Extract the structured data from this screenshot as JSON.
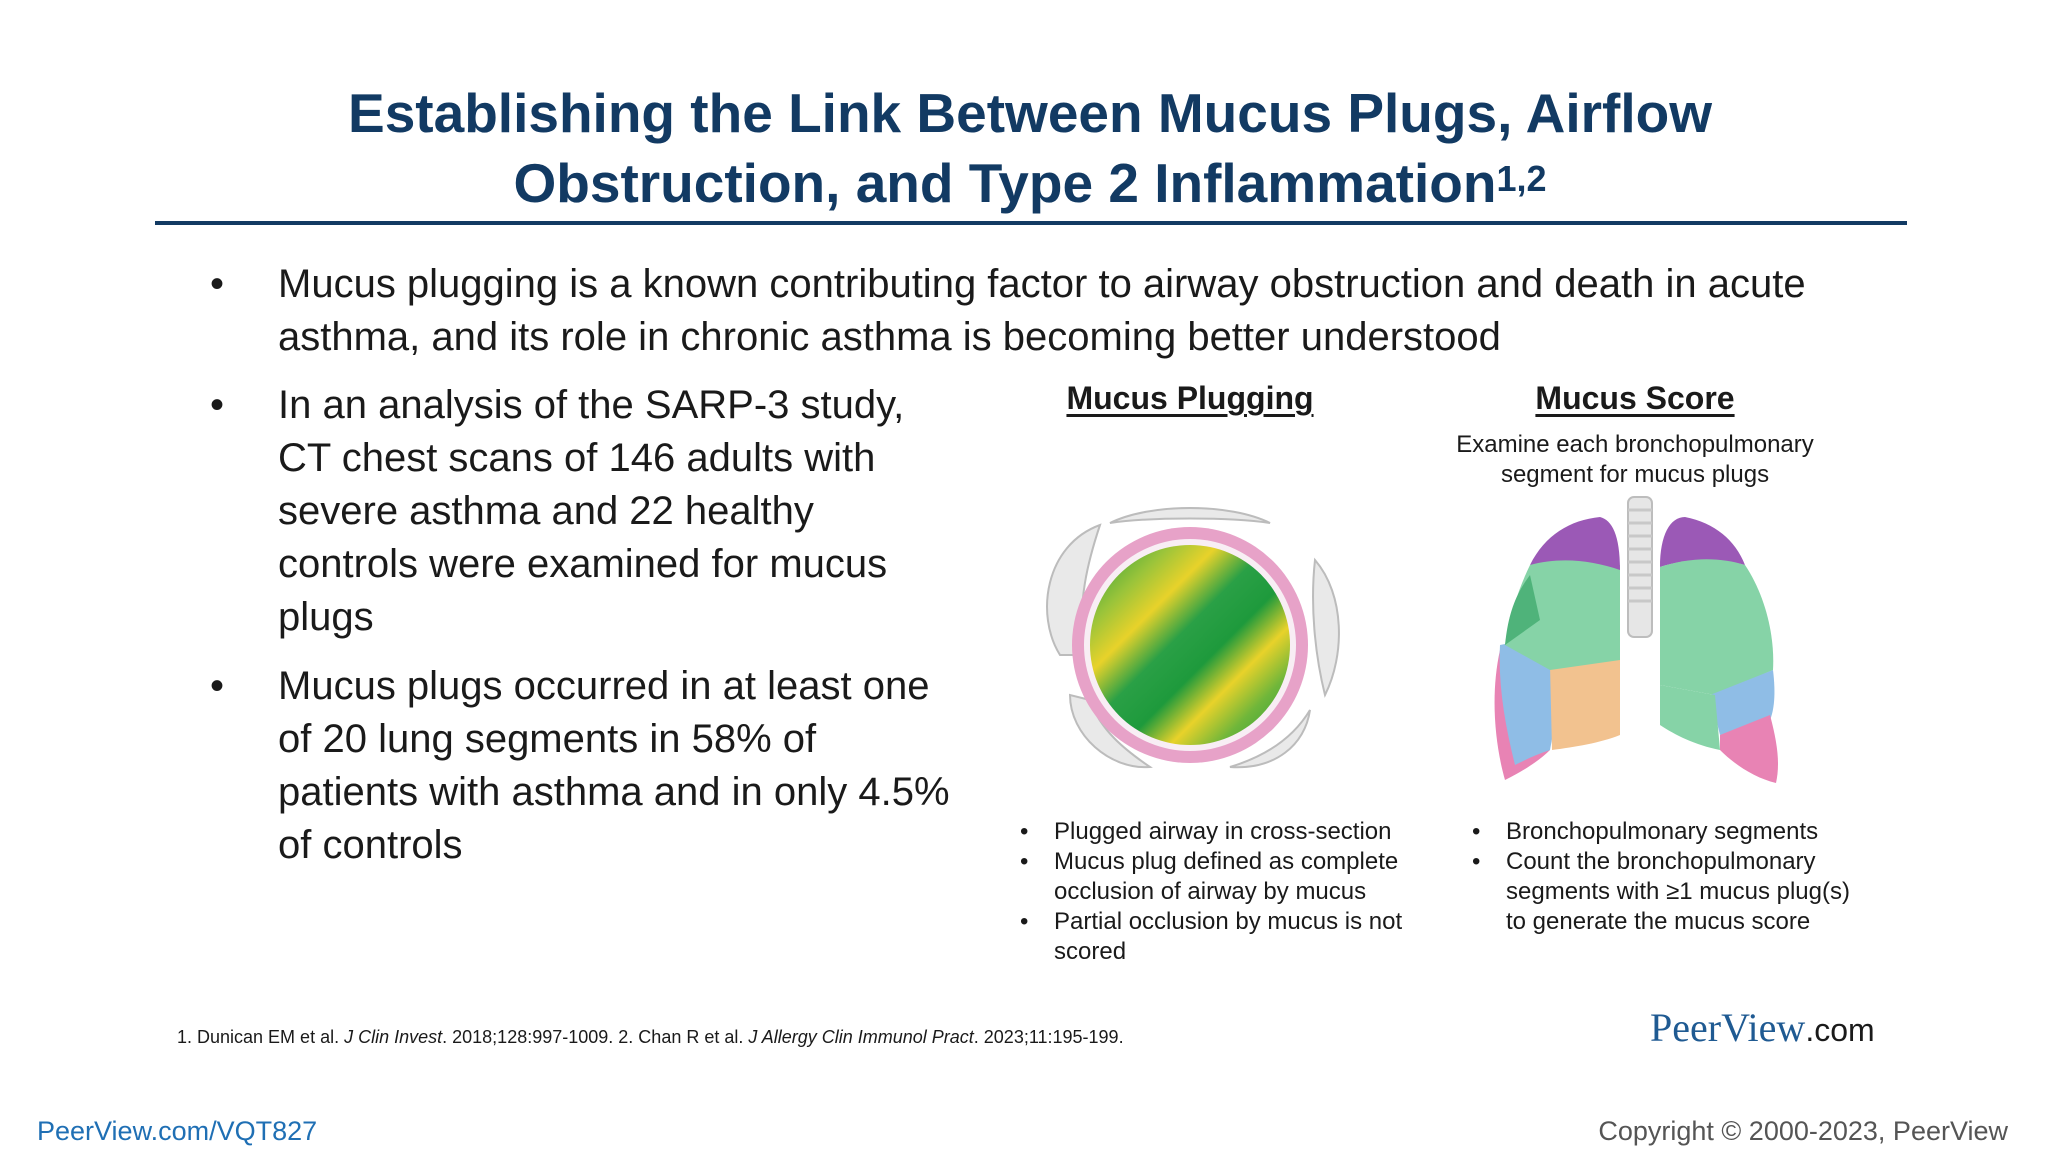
{
  "slide": {
    "title_line1": "Establishing the Link Between Mucus Plugs, Airflow",
    "title_line2": "Obstruction, and Type 2 Inflammation",
    "title_superscript": "1,2",
    "bullet_char": "•",
    "bullets": [
      "Mucus plugging is a known contributing factor to airway obstruction and death in acute asthma, and its role in chronic asthma is becoming better understood",
      "In an analysis of the SARP-3 study, CT chest scans of 146 adults with severe asthma and 22 healthy controls were examined for mucus plugs",
      "Mucus plugs occurred in at least one of 20 lung segments in 58% of patients with asthma and in only 4.5% of controls"
    ]
  },
  "panels": {
    "left": {
      "heading": "Mucus Plugging",
      "items": [
        "Plugged airway in cross-section",
        "Mucus plug defined as complete occlusion of airway by mucus",
        "Partial occlusion by mucus is not scored"
      ]
    },
    "right": {
      "heading": "Mucus Score",
      "subheading": "Examine each bronchopulmonary segment for mucus plugs",
      "items": [
        "Bronchopulmonary segments",
        "Count the bronchopulmonary segments with ≥1 mucus plug(s) to generate the mucus score"
      ]
    }
  },
  "references": {
    "r1_prefix": "1. Dunican EM et al. ",
    "r1_journal": "J Clin Invest",
    "r1_suffix": ". 2018;128:997-1009. 2. Chan R et al. ",
    "r2_journal": "J Allergy Clin Immunol Pract",
    "r2_suffix": ". 2023;11:195-199."
  },
  "branding": {
    "logo_main": "PeerView",
    "logo_suffix": ".com",
    "footer_link": "PeerView.com/VQT827",
    "copyright": "Copyright © 2000-2023, PeerView"
  },
  "colors": {
    "title": "#123a63",
    "airway_wall": "#e7a2c8",
    "mucus_green": "#1e9a3c",
    "mucus_yellow": "#e8d22a",
    "lung_purple": "#9b59b6",
    "lung_mint": "#86d3a7",
    "lung_blue": "#8fbde6",
    "lung_peach": "#f2c28f",
    "lung_pink": "#e883b4"
  }
}
